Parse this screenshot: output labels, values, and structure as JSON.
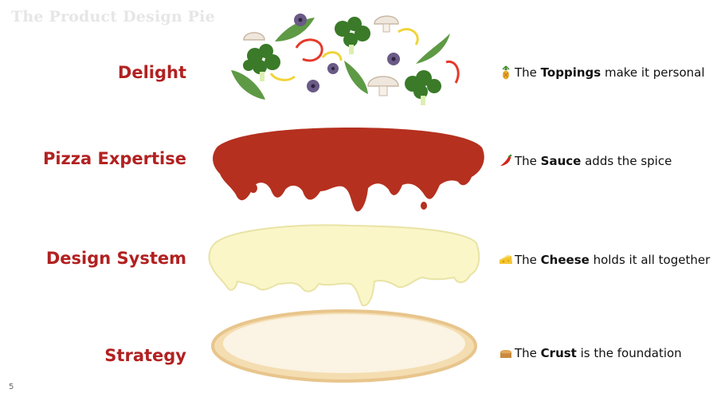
{
  "slide": {
    "title": "The Product Design Pie",
    "page_number": "5"
  },
  "layers": [
    {
      "label": "Delight",
      "desc_pre": "The ",
      "desc_bold": "Toppings",
      "desc_post": " make it personal",
      "emoji": "pineapple-icon"
    },
    {
      "label": "Pizza Expertise",
      "desc_pre": "The ",
      "desc_bold": "Sauce",
      "desc_post": " adds the spice",
      "emoji": "chili-pepper-icon"
    },
    {
      "label": "Design System",
      "desc_pre": "The ",
      "desc_bold": "Cheese",
      "desc_post": " holds it all together",
      "emoji": "cheese-icon"
    },
    {
      "label": "Strategy",
      "desc_pre": "The ",
      "desc_bold": "Crust",
      "desc_post": " is the foundation",
      "emoji": "bread-icon"
    }
  ],
  "colors": {
    "label_red": "#b22121",
    "sauce": "#b5301f",
    "cheese": "#faf6c8",
    "crust": "#f4ddb1",
    "broccoli": "#3a7a28",
    "basil": "#5e9a45"
  }
}
